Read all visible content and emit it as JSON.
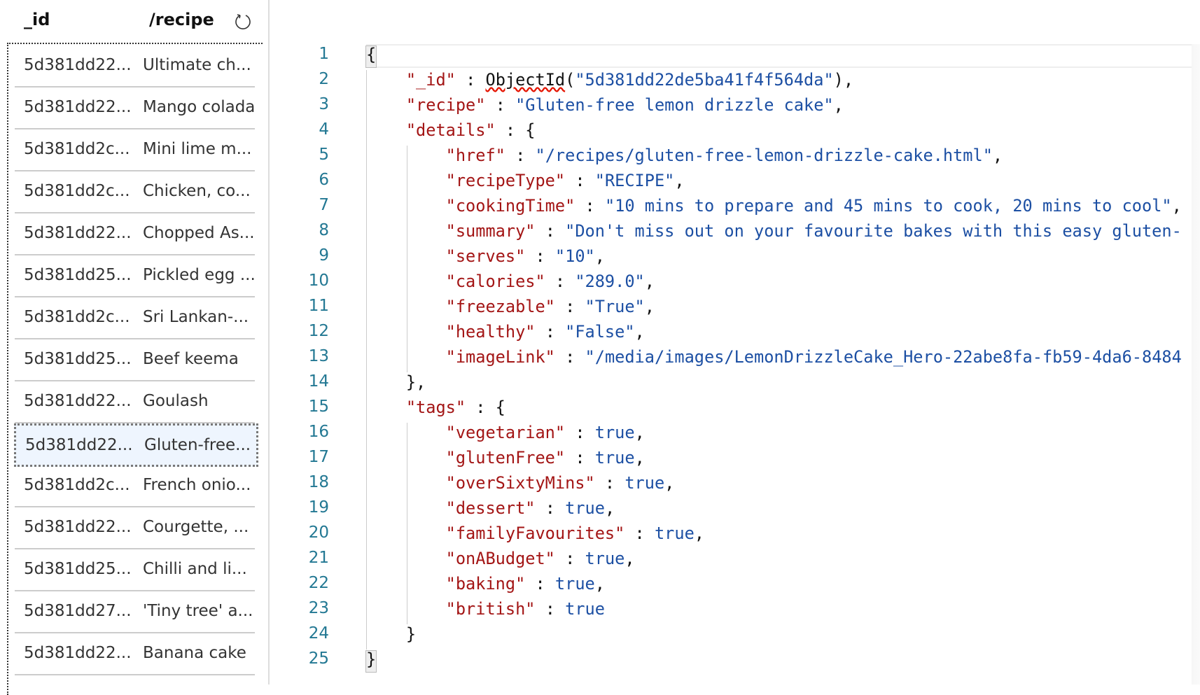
{
  "list": {
    "headers": {
      "id": "_id",
      "recipe": "/recipe"
    },
    "rows": [
      {
        "id": "5d381dd22...",
        "recipe": "Ultimate ch..."
      },
      {
        "id": "5d381dd22...",
        "recipe": "Mango colada"
      },
      {
        "id": "5d381dd2c...",
        "recipe": "Mini lime m..."
      },
      {
        "id": "5d381dd2c...",
        "recipe": "Chicken, co..."
      },
      {
        "id": "5d381dd22...",
        "recipe": "Chopped As..."
      },
      {
        "id": "5d381dd25...",
        "recipe": "Pickled egg ..."
      },
      {
        "id": "5d381dd2c...",
        "recipe": "Sri Lankan-..."
      },
      {
        "id": "5d381dd25...",
        "recipe": "Beef keema"
      },
      {
        "id": "5d381dd22...",
        "recipe": "Goulash"
      },
      {
        "id": "5d381dd22...",
        "recipe": "Gluten-free...",
        "selected": true
      },
      {
        "id": "5d381dd2c...",
        "recipe": "French onio..."
      },
      {
        "id": "5d381dd22...",
        "recipe": "Courgette, ..."
      },
      {
        "id": "5d381dd25...",
        "recipe": "Chilli and li..."
      },
      {
        "id": "5d381dd27...",
        "recipe": "'Tiny tree' a..."
      },
      {
        "id": "5d381dd22...",
        "recipe": "Banana cake"
      }
    ]
  },
  "editor": {
    "lines": [
      [
        [
          "p",
          "{"
        ]
      ],
      [
        [
          "p",
          "    "
        ],
        [
          "k",
          "\"_id\""
        ],
        [
          "p",
          " : "
        ],
        [
          "w",
          "ObjectId"
        ],
        [
          "p",
          "("
        ],
        [
          "s",
          "\"5d381dd22de5ba41f4f564da\""
        ],
        [
          "p",
          "),"
        ]
      ],
      [
        [
          "p",
          "    "
        ],
        [
          "k",
          "\"recipe\""
        ],
        [
          "p",
          " : "
        ],
        [
          "s",
          "\"Gluten-free lemon drizzle cake\""
        ],
        [
          "p",
          ","
        ]
      ],
      [
        [
          "p",
          "    "
        ],
        [
          "k",
          "\"details\""
        ],
        [
          "p",
          " : {"
        ]
      ],
      [
        [
          "p",
          "        "
        ],
        [
          "k",
          "\"href\""
        ],
        [
          "p",
          " : "
        ],
        [
          "s",
          "\"/recipes/gluten-free-lemon-drizzle-cake.html\""
        ],
        [
          "p",
          ","
        ]
      ],
      [
        [
          "p",
          "        "
        ],
        [
          "k",
          "\"recipeType\""
        ],
        [
          "p",
          " : "
        ],
        [
          "s",
          "\"RECIPE\""
        ],
        [
          "p",
          ","
        ]
      ],
      [
        [
          "p",
          "        "
        ],
        [
          "k",
          "\"cookingTime\""
        ],
        [
          "p",
          " : "
        ],
        [
          "s",
          "\"10 mins to prepare and 45 mins to cook, 20 mins to cool\""
        ],
        [
          "p",
          ","
        ]
      ],
      [
        [
          "p",
          "        "
        ],
        [
          "k",
          "\"summary\""
        ],
        [
          "p",
          " : "
        ],
        [
          "s",
          "\"Don't miss out on your favourite bakes with this easy gluten-"
        ]
      ],
      [
        [
          "p",
          "        "
        ],
        [
          "k",
          "\"serves\""
        ],
        [
          "p",
          " : "
        ],
        [
          "s",
          "\"10\""
        ],
        [
          "p",
          ","
        ]
      ],
      [
        [
          "p",
          "        "
        ],
        [
          "k",
          "\"calories\""
        ],
        [
          "p",
          " : "
        ],
        [
          "s",
          "\"289.0\""
        ],
        [
          "p",
          ","
        ]
      ],
      [
        [
          "p",
          "        "
        ],
        [
          "k",
          "\"freezable\""
        ],
        [
          "p",
          " : "
        ],
        [
          "s",
          "\"True\""
        ],
        [
          "p",
          ","
        ]
      ],
      [
        [
          "p",
          "        "
        ],
        [
          "k",
          "\"healthy\""
        ],
        [
          "p",
          " : "
        ],
        [
          "s",
          "\"False\""
        ],
        [
          "p",
          ","
        ]
      ],
      [
        [
          "p",
          "        "
        ],
        [
          "k",
          "\"imageLink\""
        ],
        [
          "p",
          " : "
        ],
        [
          "s",
          "\"/media/images/LemonDrizzleCake_Hero-22abe8fa-fb59-4da6-8484"
        ]
      ],
      [
        [
          "p",
          "    },"
        ]
      ],
      [
        [
          "p",
          "    "
        ],
        [
          "k",
          "\"tags\""
        ],
        [
          "p",
          " : {"
        ]
      ],
      [
        [
          "p",
          "        "
        ],
        [
          "k",
          "\"vegetarian\""
        ],
        [
          "p",
          " : "
        ],
        [
          "b",
          "true"
        ],
        [
          "p",
          ","
        ]
      ],
      [
        [
          "p",
          "        "
        ],
        [
          "k",
          "\"glutenFree\""
        ],
        [
          "p",
          " : "
        ],
        [
          "b",
          "true"
        ],
        [
          "p",
          ","
        ]
      ],
      [
        [
          "p",
          "        "
        ],
        [
          "k",
          "\"overSixtyMins\""
        ],
        [
          "p",
          " : "
        ],
        [
          "b",
          "true"
        ],
        [
          "p",
          ","
        ]
      ],
      [
        [
          "p",
          "        "
        ],
        [
          "k",
          "\"dessert\""
        ],
        [
          "p",
          " : "
        ],
        [
          "b",
          "true"
        ],
        [
          "p",
          ","
        ]
      ],
      [
        [
          "p",
          "        "
        ],
        [
          "k",
          "\"familyFavourites\""
        ],
        [
          "p",
          " : "
        ],
        [
          "b",
          "true"
        ],
        [
          "p",
          ","
        ]
      ],
      [
        [
          "p",
          "        "
        ],
        [
          "k",
          "\"onABudget\""
        ],
        [
          "p",
          " : "
        ],
        [
          "b",
          "true"
        ],
        [
          "p",
          ","
        ]
      ],
      [
        [
          "p",
          "        "
        ],
        [
          "k",
          "\"baking\""
        ],
        [
          "p",
          " : "
        ],
        [
          "b",
          "true"
        ],
        [
          "p",
          ","
        ]
      ],
      [
        [
          "p",
          "        "
        ],
        [
          "k",
          "\"british\""
        ],
        [
          "p",
          " : "
        ],
        [
          "b",
          "true"
        ]
      ],
      [
        [
          "p",
          "    }"
        ]
      ],
      [
        [
          "p",
          "}"
        ]
      ]
    ]
  }
}
